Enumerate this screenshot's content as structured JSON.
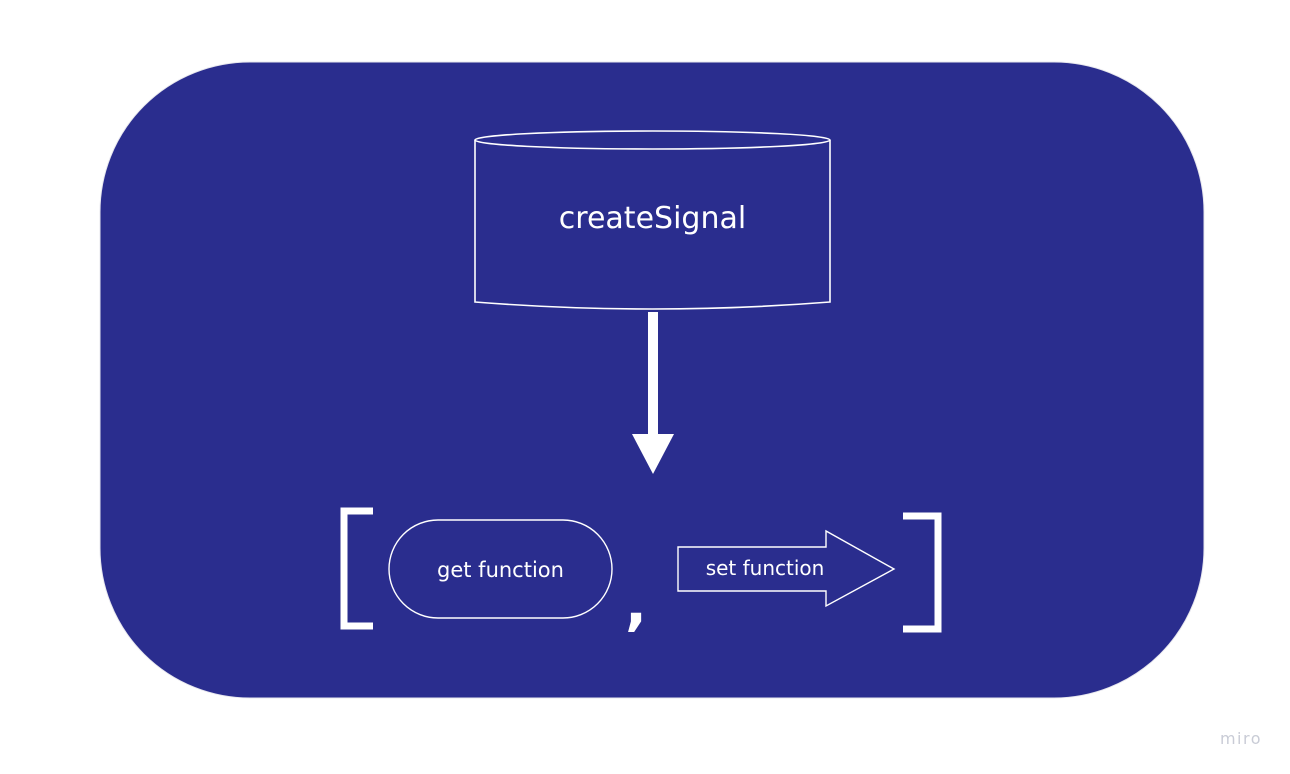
{
  "diagram": {
    "colors": {
      "background": "#2a2d8e",
      "stroke": "#ffffff"
    },
    "source_node": {
      "label": "createSignal",
      "shape": "cylinder"
    },
    "flow": {
      "direction": "down"
    },
    "result": {
      "open_bracket": "[",
      "close_bracket": "]",
      "separator": ",",
      "items": [
        {
          "label": "get function",
          "shape": "rounded-pill"
        },
        {
          "label": "set function",
          "shape": "arrow"
        }
      ]
    }
  },
  "watermark": "miro"
}
